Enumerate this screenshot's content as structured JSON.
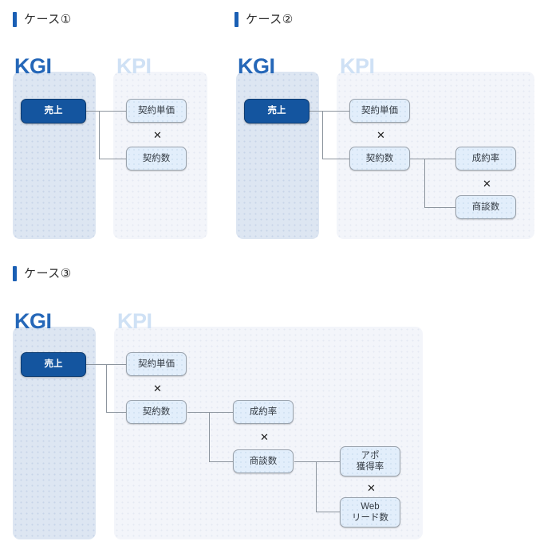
{
  "page": {
    "title": "KGI / KPI ツリー ケース比較",
    "multiply_symbol": "✕",
    "colors": {
      "kgi_panel": "#dde6f2",
      "kpi_panel": "#f3f5fa",
      "kgi_node_fill": "#14559f",
      "kgi_node_border": "#0d3b70",
      "kpi_node_fill": "#e2eefb",
      "kpi_node_border": "#9aa3ad",
      "kgi_head_text": "#2567b8",
      "kpi_head_text": "#cfe1f5",
      "accent_bar": "#1a5fb4",
      "connector": "#8c949d"
    }
  },
  "cases": [
    {
      "title": "ケース①",
      "kgi_head": "KGI",
      "kpi_head": "KPI",
      "kgi_nodes": [
        {
          "label": "売上"
        }
      ],
      "kpi_nodes": [
        {
          "label": "契約単価"
        },
        {
          "label": "契約数"
        }
      ],
      "operators": [
        "✕"
      ]
    },
    {
      "title": "ケース②",
      "kgi_head": "KGI",
      "kpi_head": "KPI",
      "kgi_nodes": [
        {
          "label": "売上"
        }
      ],
      "kpi_nodes": [
        {
          "label": "契約単価"
        },
        {
          "label": "契約数"
        },
        {
          "label": "成約率"
        },
        {
          "label": "商談数"
        }
      ],
      "operators": [
        "✕",
        "✕"
      ]
    },
    {
      "title": "ケース③",
      "kgi_head": "KGI",
      "kpi_head": "KPI",
      "kgi_nodes": [
        {
          "label": "売上"
        }
      ],
      "kpi_nodes": [
        {
          "label": "契約単価"
        },
        {
          "label": "契約数"
        },
        {
          "label": "成約率"
        },
        {
          "label": "商談数"
        },
        {
          "label": "アポ\n獲得率"
        },
        {
          "label": "Web\nリード数"
        }
      ],
      "operators": [
        "✕",
        "✕",
        "✕"
      ]
    }
  ]
}
